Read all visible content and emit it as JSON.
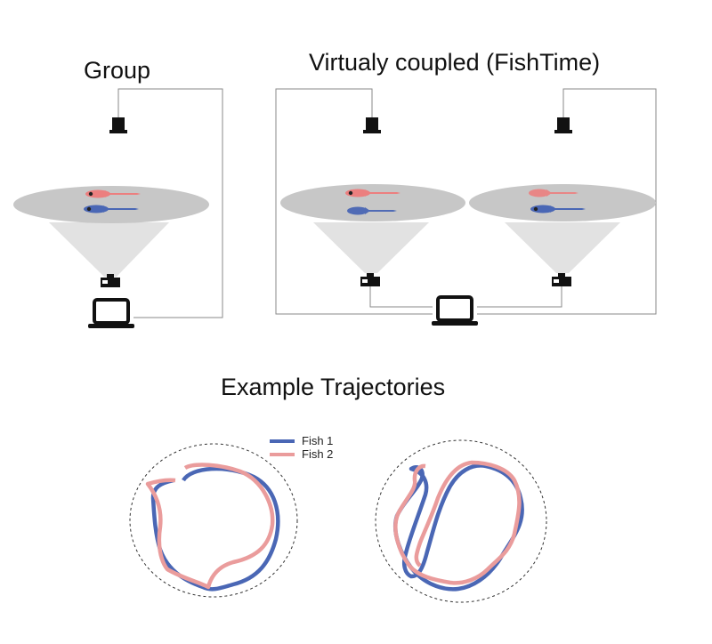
{
  "titles": {
    "group": "Group",
    "coupled": "Virtualy coupled (FishTime)",
    "trajectories": "Example Trajectories"
  },
  "legend": [
    {
      "label": "Fish 1",
      "color": "#4a67b5"
    },
    {
      "label": "Fish 2",
      "color": "#ea9c9c"
    }
  ],
  "colors": {
    "fish_red": "#ec7f7f",
    "fish_blue": "#4a67b5",
    "arena": "#c7c7c7",
    "light_cone": "#e2e2e2",
    "wire": "#8a8a8a",
    "device": "#111111"
  },
  "icons": [
    "camera-icon",
    "projector-icon",
    "laptop-icon",
    "fish-icon"
  ]
}
